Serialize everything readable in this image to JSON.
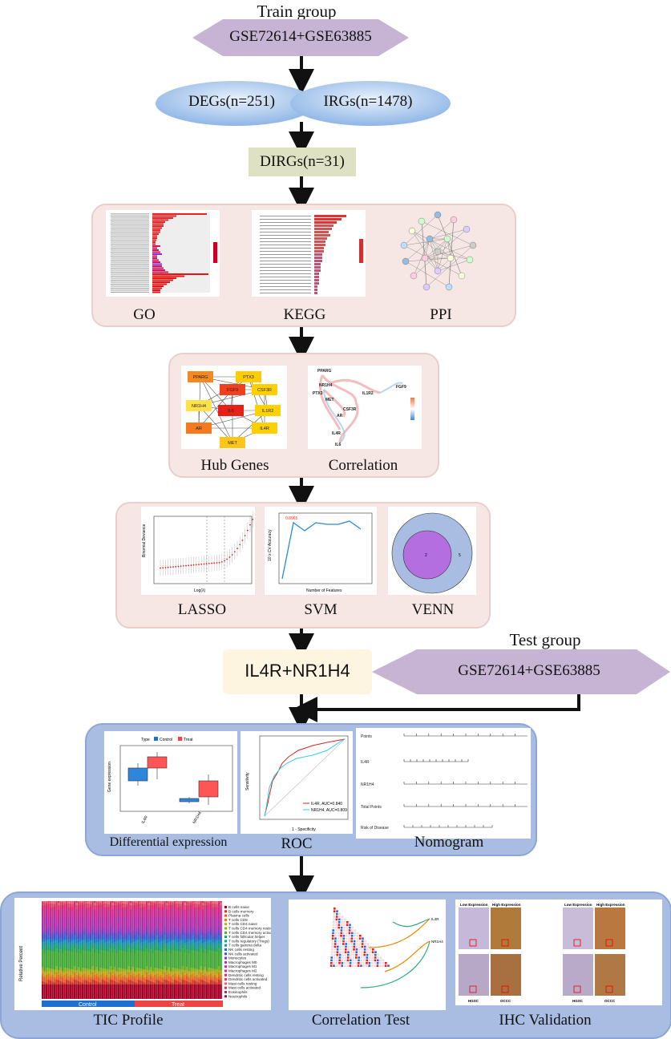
{
  "train_title": "Train group",
  "train_dataset": "GSE72614+GSE63885",
  "degs": "DEGs(n=251)",
  "irgs": "IRGs(n=1478)",
  "dirgs": "DIRGs(n=31)",
  "enrich": {
    "go": "GO",
    "kegg": "KEGG",
    "ppi": "PPI"
  },
  "hub": {
    "hub_label": "Hub Genes",
    "corr_label": "Correlation",
    "genes": [
      "PPARG",
      "PTX3",
      "FGF9",
      "CSF3R",
      "NR1H4",
      "IL6",
      "IL1R2",
      "AR",
      "IL4R",
      "MET"
    ]
  },
  "selection": {
    "lasso": "LASSO",
    "svm": "SVM",
    "venn": "VENN",
    "lasso_ylabel": "Binomial Deviance",
    "lasso_xlabel": "Log(λ)",
    "svm_ylabel": "10 x CV Accuracy",
    "svm_xlabel": "Number of Features"
  },
  "result": "IL4R+NR1H4",
  "test_title": "Test group",
  "test_dataset": "GSE72614+GSE63885",
  "validation": {
    "diff": "Differential expression",
    "roc": "ROC",
    "nomogram": "Nomogram",
    "type_label": "Type",
    "control": "Control",
    "treat": "Treat",
    "gene_expression": "Gene expression",
    "roc_legend": [
      "IL4R, AUC=0.840",
      "NR1H4, AUC=0.809"
    ],
    "roc_xlabel": "1 - Specificity",
    "roc_ylabel": "Sensitivity",
    "nomo_rows": [
      "Points",
      "IL4R",
      "NR1H4",
      "Total Points",
      "Risk of Disease"
    ]
  },
  "bottom": {
    "tic": "TIC Profile",
    "corr": "Correlation Test",
    "ihc": "IHC Validation",
    "tic_ylabel": "Relative Percent",
    "ihc_low": "Low Expression",
    "ihc_high": "High Expression",
    "hgsc": "HGSC",
    "occc": "OCCC",
    "cell_types": [
      "B cells naive",
      "B cells memory",
      "Plasma cells",
      "T cells CD8",
      "T cells CD4 naive",
      "T cells CD4 memory resting",
      "T cells CD4 memory activated",
      "T cells follicular helper",
      "T cells regulatory (Tregs)",
      "T cells gamma delta",
      "NK cells resting",
      "NK cells activated",
      "Monocytes",
      "Macrophages M0",
      "Macrophages M1",
      "Macrophages M2",
      "Dendritic cells resting",
      "Dendritic cells activated",
      "Mast cells resting",
      "Mast cells activated",
      "Eosinophils",
      "Neutrophils"
    ]
  },
  "colors": {
    "hex_fill": "#c7b3d3",
    "ellipse": "#a9c6ec",
    "dirgs_box": "#dfe2c2",
    "result_box": "#fdf5df",
    "panel_pink": "#f6e7e5",
    "panel_blue": "#a9bde3"
  }
}
